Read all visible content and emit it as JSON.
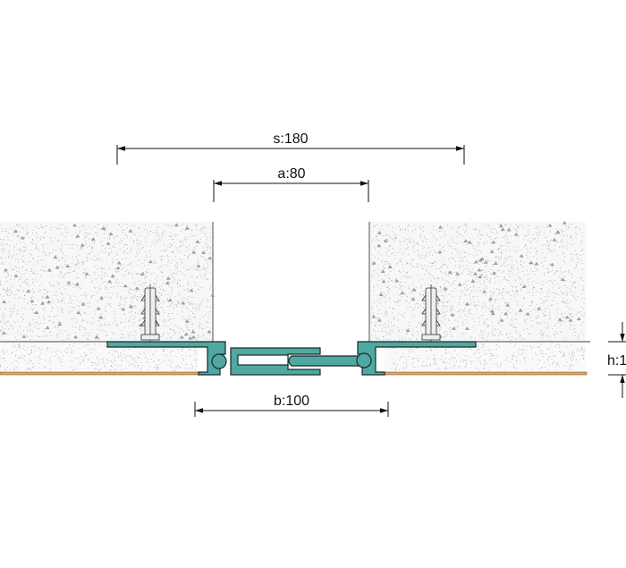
{
  "dimensions": {
    "s": "s:180",
    "a": "a:80",
    "b": "b:100",
    "h": "h:1"
  },
  "colors": {
    "profile": "#4fa9a2",
    "concrete": "#f4f4f4",
    "strip": "#d9a46a",
    "line": "#222222"
  }
}
